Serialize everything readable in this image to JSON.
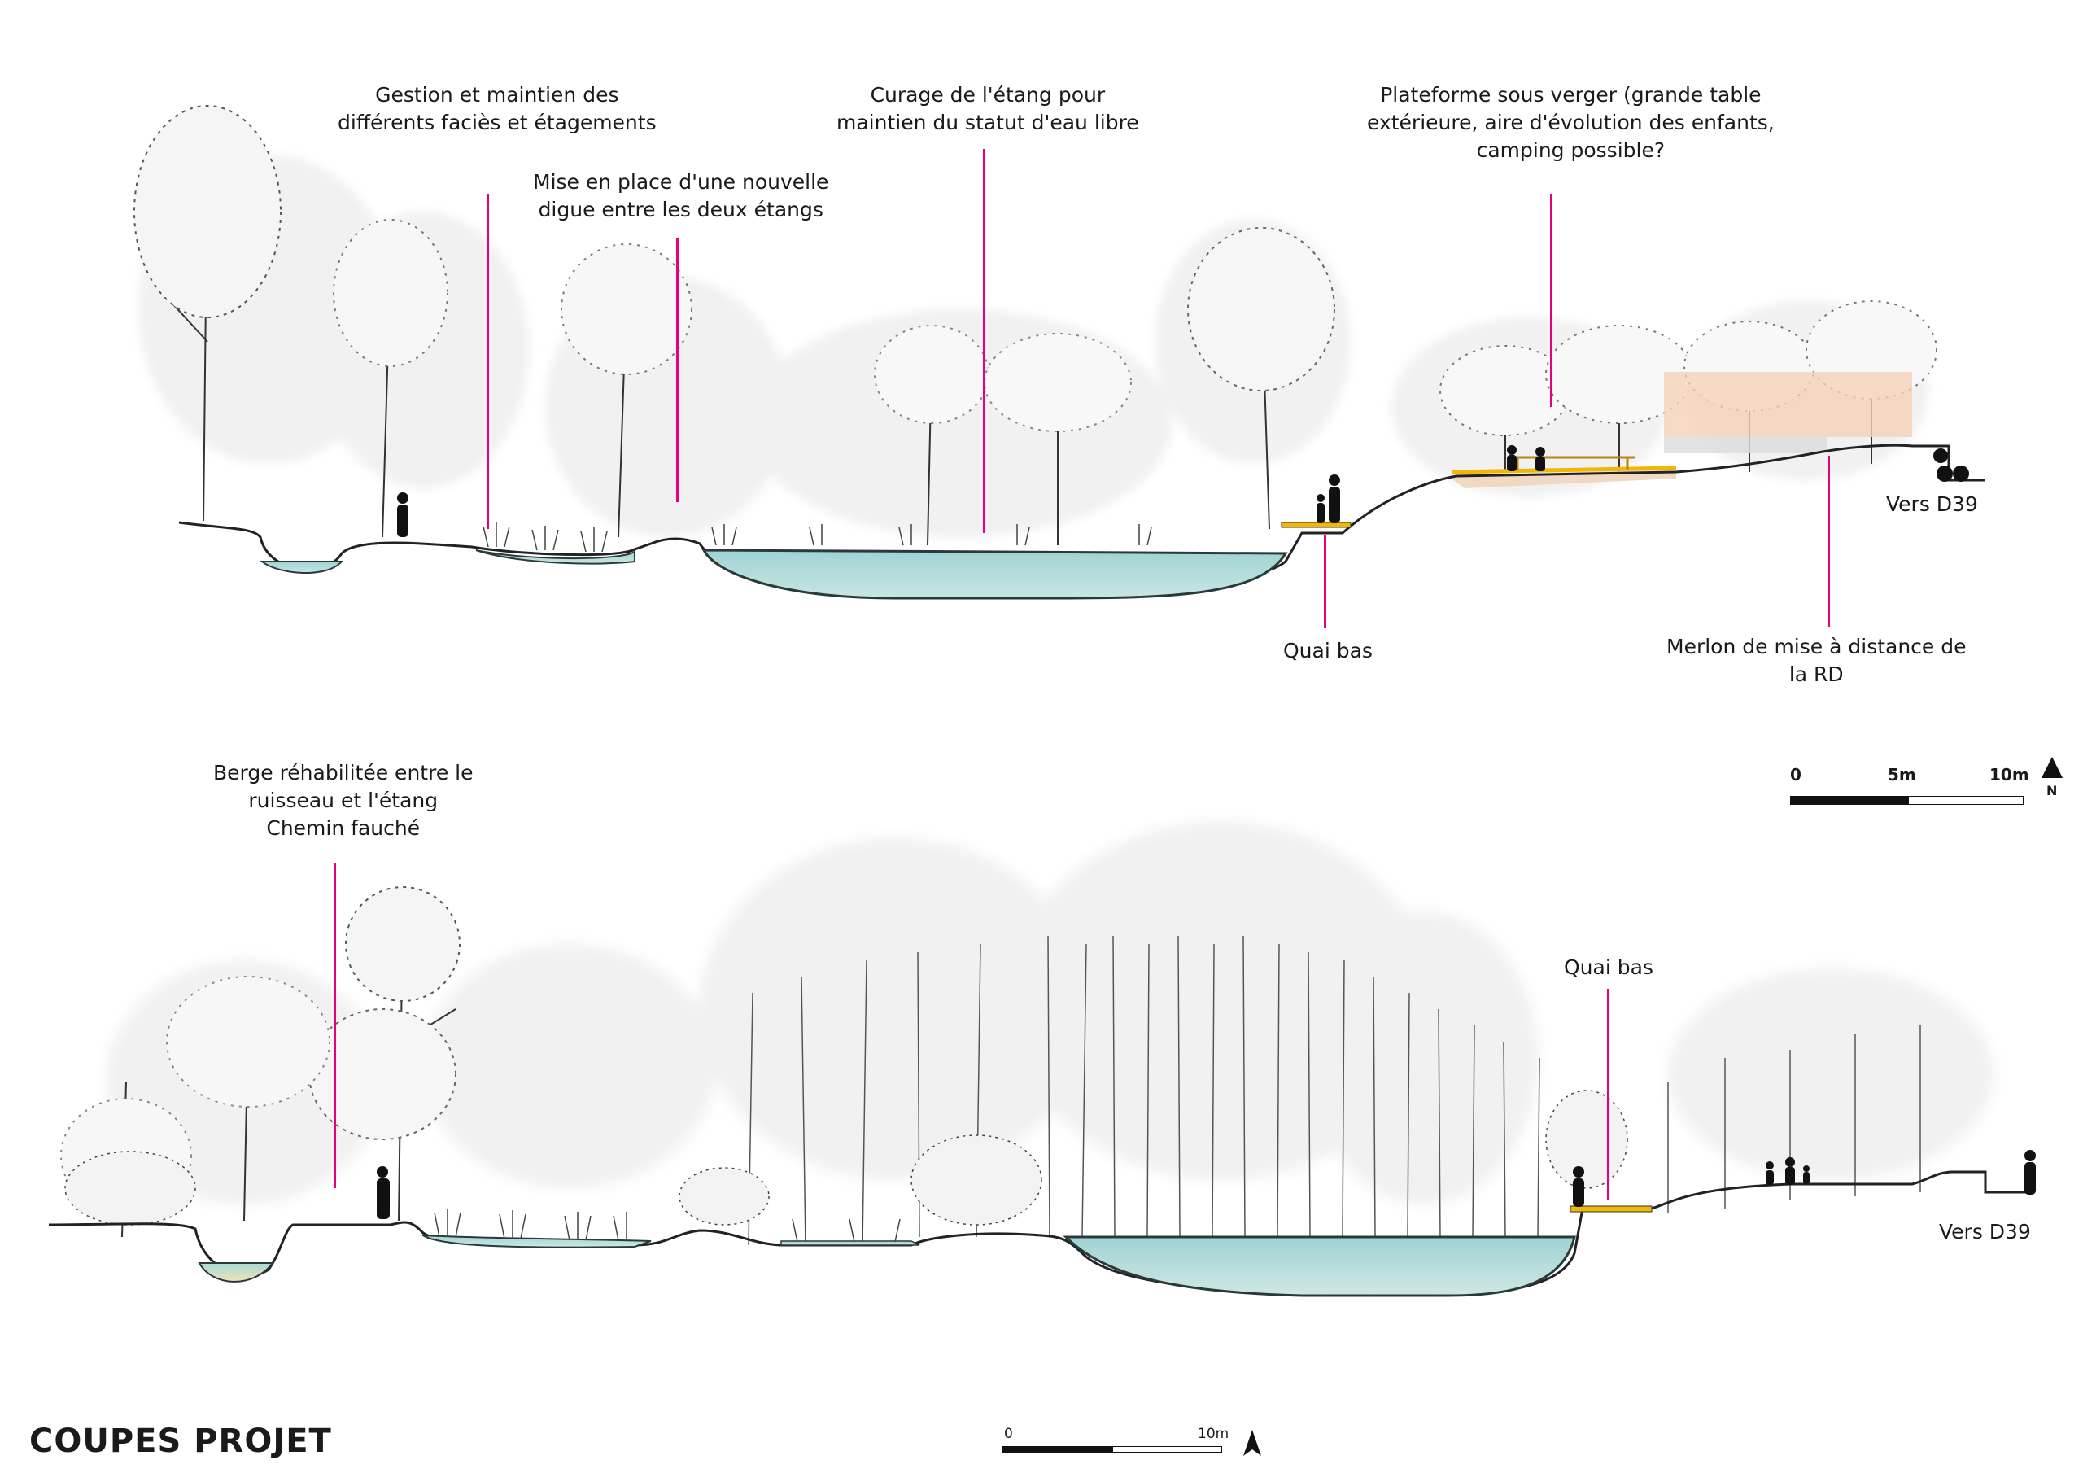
{
  "title": "COUPES PROJET",
  "section_top": {
    "annotations": [
      {
        "lines": [
          "Gestion et maintien des",
          "différents faciès et étagements"
        ]
      },
      {
        "lines": [
          "Mise en place d'une nouvelle",
          "digue entre les deux étangs"
        ]
      },
      {
        "lines": [
          "Curage de l'étang pour",
          "maintien du statut d'eau libre"
        ]
      },
      {
        "lines": [
          "Plateforme sous verger (grande table",
          "extérieure, aire d'évolution des enfants,",
          "camping possible?"
        ]
      },
      {
        "lines": [
          "Quai bas"
        ]
      },
      {
        "lines": [
          "Merlon de mise à distance de",
          "la RD"
        ]
      },
      {
        "lines": [
          "Vers D39"
        ]
      }
    ]
  },
  "section_bottom": {
    "annotations": [
      {
        "lines": [
          "Berge réhabilitée entre le",
          "ruisseau et l'étang",
          "Chemin fauché"
        ]
      },
      {
        "lines": [
          "Quai bas"
        ]
      },
      {
        "lines": [
          "Vers D39"
        ]
      }
    ]
  },
  "scale_right": {
    "ticks": [
      "0",
      "5m",
      "10m"
    ],
    "north": "N"
  },
  "scale_bottom": {
    "ticks": [
      "0",
      "10m"
    ],
    "north": "N"
  },
  "colors": {
    "leader": "#e6007e",
    "water": "#9fd3d3",
    "water_edge": "#2a3a3a",
    "platform": "#f2b705",
    "merlon_fill": "#f5d2b8",
    "foliage": "#f0f0f0"
  }
}
